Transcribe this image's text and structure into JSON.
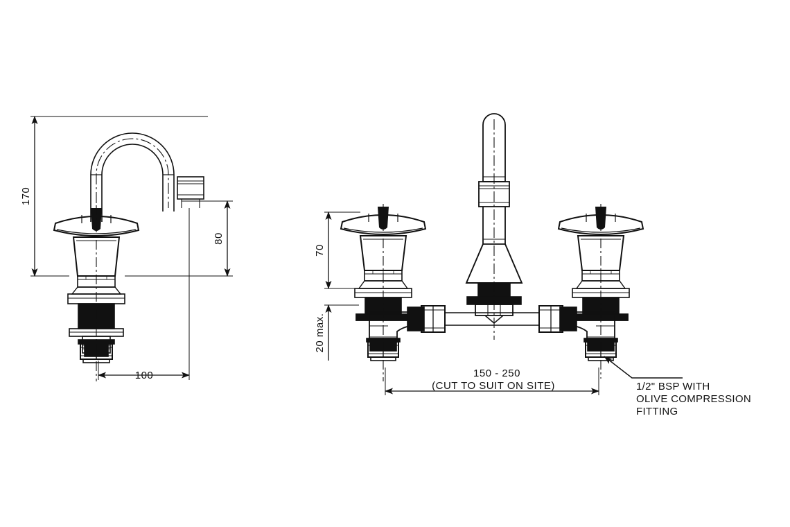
{
  "drawing": {
    "type": "engineering-technical-drawing",
    "subject": "Basin pillar tap / three-hole basin mixer assembly",
    "background_color": "#ffffff",
    "line_color": "#111111",
    "units": "mm",
    "views": [
      {
        "id": "side-elevation",
        "name": "Side elevation (single tap with swan-neck spout)",
        "position": "left"
      },
      {
        "id": "front-elevation",
        "name": "Front elevation (three-hole set with connecting pipework)",
        "position": "right"
      }
    ]
  },
  "dimensions": {
    "overall_height": "170",
    "spout_height": "80",
    "spout_reach": "100",
    "handle_height": "70",
    "deck_thickness": "20 max.",
    "centres": "150 - 250",
    "centres_note": "(CUT TO SUIT ON SITE)"
  },
  "annotations": {
    "fitting_note_line1": "1/2\" BSP WITH",
    "fitting_note_line2": "OLIVE COMPRESSION",
    "fitting_note_line3": "FITTING"
  },
  "icons": {
    "arrow": "dimension-arrow",
    "centerline": "center-line",
    "leader": "leader-line"
  }
}
